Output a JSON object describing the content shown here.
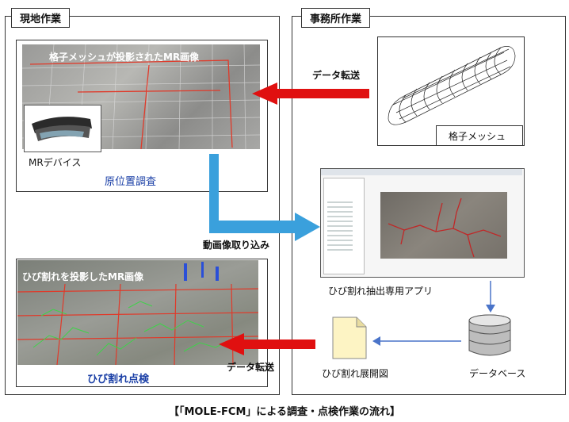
{
  "left_panel": {
    "title": "現地作業"
  },
  "right_panel": {
    "title": "事務所作業"
  },
  "mr_box": {
    "overlay_text": "格子メッシュが投影されたMR画像",
    "device_label": "MRデバイス",
    "section_label": "原位置調査"
  },
  "crack_box": {
    "overlay_text": "ひび割れを投影したMR画像",
    "section_label": "ひび割れ点検"
  },
  "mesh_box": {
    "label": "格子メッシュ"
  },
  "app_box": {
    "label": "ひび割れ抽出専用アプリ"
  },
  "flow": {
    "transfer_top": "データ転送",
    "video_import": "動画像取り込み",
    "transfer_bottom": "データ転送"
  },
  "dev_map": {
    "label": "ひび割れ展開図"
  },
  "database": {
    "label": "データベース"
  },
  "caption": "【「MOLE-FCM」による調査・点検作業の流れ】",
  "colors": {
    "red_arrow": "#e01010",
    "blue_arrow": "#3aa0dc",
    "accent_text": "#1a3fa6",
    "db_arrow": "#4a74c9"
  }
}
